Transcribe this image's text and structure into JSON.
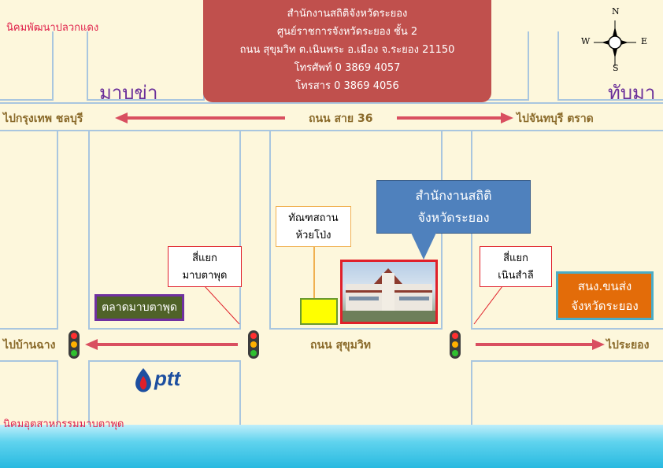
{
  "office_info": {
    "line1": "สำนักงานสถิติจังหวัดระยอง",
    "line2": "ศูนย์ราชการจังหวัดระยอง ชั้น 2",
    "line3": "ถนน สุขุมวิท ต.เนินพระ อ.เมือง จ.ระยอง 21150",
    "line4": "โทรศัพท์ 0 3869 4057",
    "line5": "โทรสาร 0 3869 4056"
  },
  "compass": {
    "n": "N",
    "s": "S",
    "e": "E",
    "w": "W"
  },
  "labels": {
    "estate_top": "นิคมพัฒนาปลวกแดง",
    "estate_bottom": "นิคมอุตสาหกรรมมาบตาพุด",
    "from_left": "มาบข่า",
    "from_right": "ทับมา",
    "to_bangkok": "ไปกรุงเทพ ชลบุรี",
    "road_36": "ถนน สาย 36",
    "to_chanthaburi": "ไปจันทบุรี ตราด",
    "to_ban_chang": "ไปบ้านฉาง",
    "road_sukhumvit": "ถนน สุขุมวิท",
    "to_rayong": "ไประยอง"
  },
  "landmarks": {
    "office_callout": {
      "line1": "สำนักงานสถิติ",
      "line2": "จังหวัดระยอง"
    },
    "customs": {
      "line1": "ทัณฑสถาน",
      "line2": "ห้วยโป่ง"
    },
    "intersection_left": {
      "line1": "สี่แยก",
      "line2": "มาบตาพุด"
    },
    "intersection_right": {
      "line1": "สี่แยก",
      "line2": "เนินสำลี"
    },
    "market": "ตลาดมาบตาพุด",
    "agency": {
      "line1": "สนง.ขนส่ง",
      "line2": "จังหวัดระยอง"
    },
    "ptt_logo": "ptt"
  },
  "colors": {
    "info_box": "#c0504d",
    "office_callout": "#4f81bd",
    "road_text": "#8a6a2a",
    "arrows": "#d94f60",
    "market": "#4f6228",
    "agency": "#e36c09"
  }
}
